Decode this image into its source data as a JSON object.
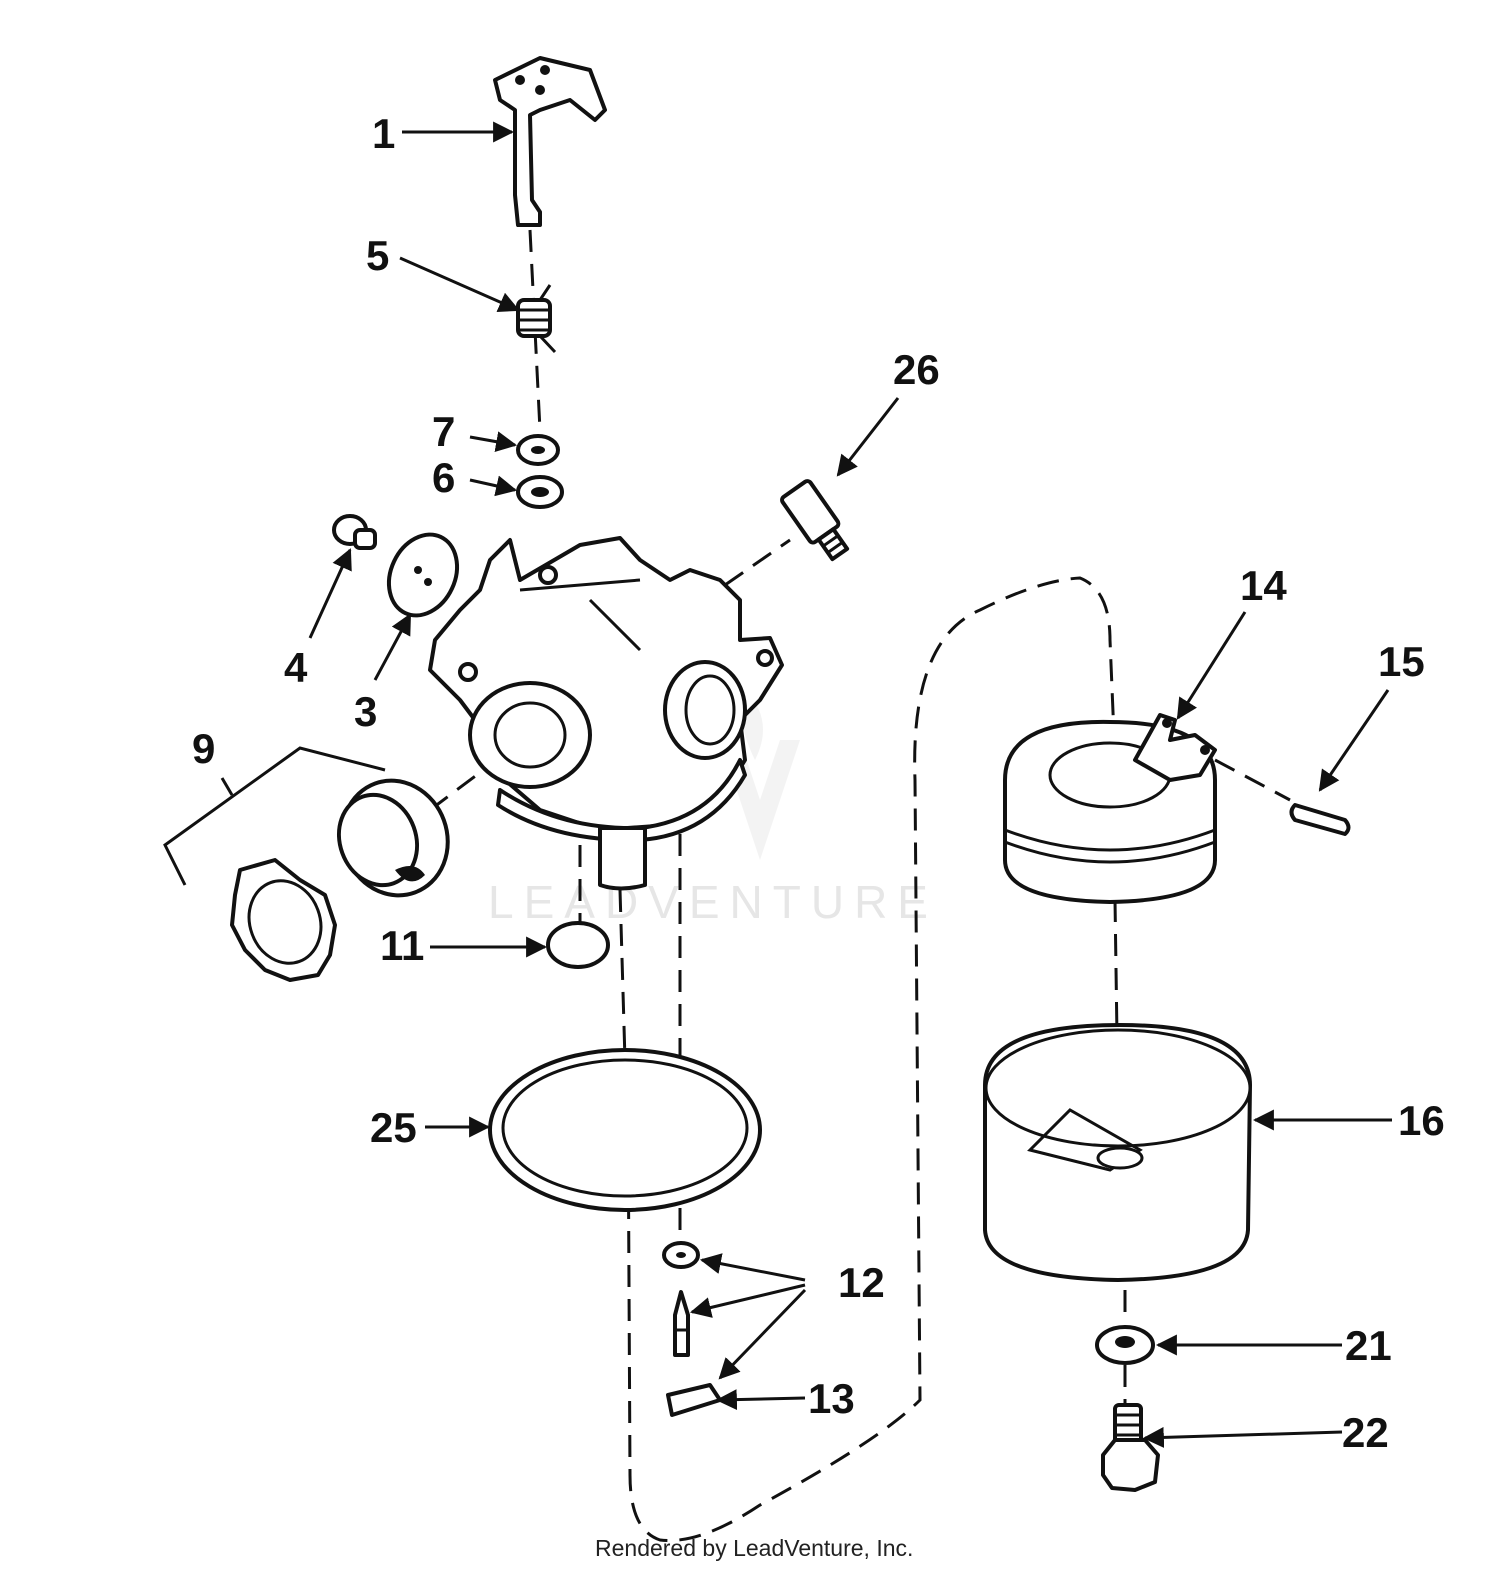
{
  "diagram": {
    "labels": {
      "p1": "1",
      "p3": "3",
      "p4": "4",
      "p5": "5",
      "p6": "6",
      "p7": "7",
      "p9": "9",
      "p11": "11",
      "p12": "12",
      "p13": "13",
      "p14": "14",
      "p15": "15",
      "p16": "16",
      "p21": "21",
      "p22": "22",
      "p25": "25",
      "p26": "26"
    },
    "watermark": "LEADVENTURE",
    "credit": "Rendered by LeadVenture, Inc."
  }
}
